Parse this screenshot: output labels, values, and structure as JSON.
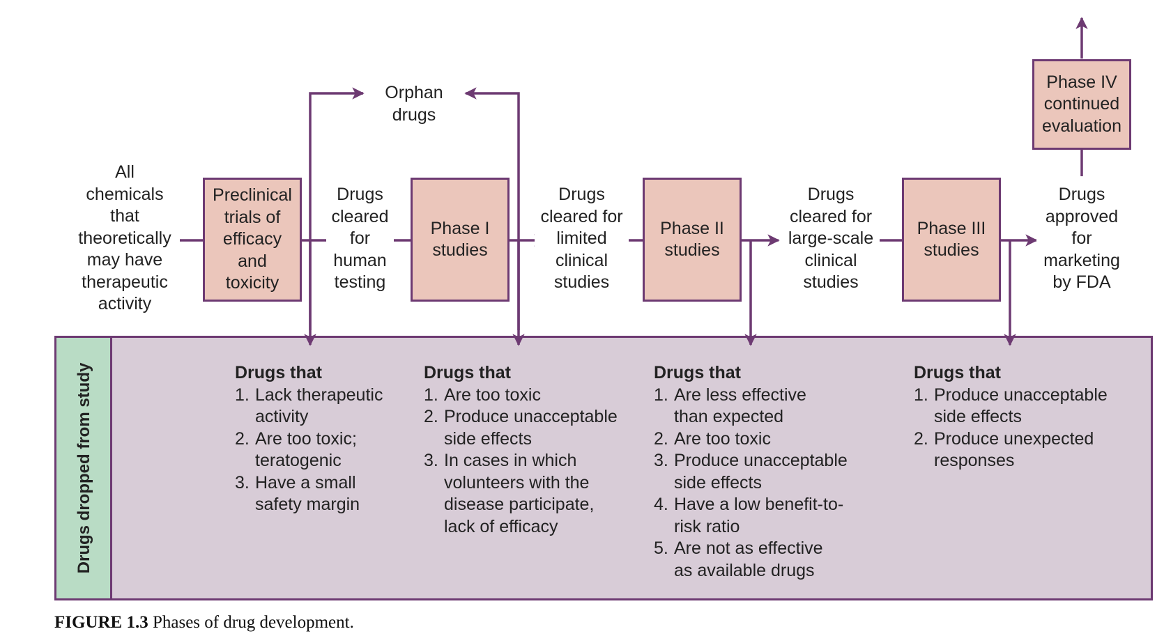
{
  "nodes": {
    "all_chemicals": "All\nchemicals\nthat\ntheoretically\nmay have\ntherapeutic\nactivity",
    "preclinical": "Preclinical\ntrials of\nefficacy\nand\ntoxicity",
    "cleared_human": "Drugs\ncleared\nfor\nhuman\ntesting",
    "phase1": "Phase I\nstudies",
    "cleared_limited": "Drugs\ncleared for\nlimited\nclinical\nstudies",
    "phase2": "Phase II\nstudies",
    "cleared_large": "Drugs\ncleared for\nlarge-scale\nclinical\nstudies",
    "phase3": "Phase III\nstudies",
    "approved": "Drugs\napproved\nfor\nmarketing\nby FDA",
    "phase4": "Phase IV\ncontinued\nevaluation",
    "orphan": "Orphan\ndrugs"
  },
  "dropped": {
    "label": "Drugs dropped from study",
    "columns": [
      {
        "heading": "Drugs that",
        "items": [
          {
            "num": "1.",
            "text": "Lack therapeutic\nactivity"
          },
          {
            "num": "2.",
            "text": "Are too toxic;\nteratogenic"
          },
          {
            "num": "3.",
            "text": "Have a small\nsafety margin"
          }
        ]
      },
      {
        "heading": "Drugs that",
        "items": [
          {
            "num": "1.",
            "text": "Are too toxic"
          },
          {
            "num": "2.",
            "text": "Produce unacceptable\nside effects"
          },
          {
            "num": "3.",
            "text": "In cases in which\nvolunteers with the\ndisease participate,\nlack of efficacy"
          }
        ]
      },
      {
        "heading": "Drugs that",
        "items": [
          {
            "num": "1.",
            "text": "Are less effective\nthan expected"
          },
          {
            "num": "2.",
            "text": "Are too toxic"
          },
          {
            "num": "3.",
            "text": "Produce unacceptable\nside effects"
          },
          {
            "num": "4.",
            "text": "Have a low benefit-to-\nrisk ratio"
          },
          {
            "num": "5.",
            "text": "Are not as effective\nas available drugs"
          }
        ]
      },
      {
        "heading": "Drugs that",
        "items": [
          {
            "num": "1.",
            "text": "Produce unacceptable\nside effects"
          },
          {
            "num": "2.",
            "text": "Produce unexpected\nresponses"
          }
        ]
      }
    ]
  },
  "caption": {
    "label": "FIGURE 1.3",
    "text": "Phases of drug development."
  },
  "colors": {
    "line": "#6d3a72",
    "box_fill": "#ebc6bb",
    "panel_fill": "#d8ccd7",
    "sidebar_fill": "#b9dcc5"
  }
}
